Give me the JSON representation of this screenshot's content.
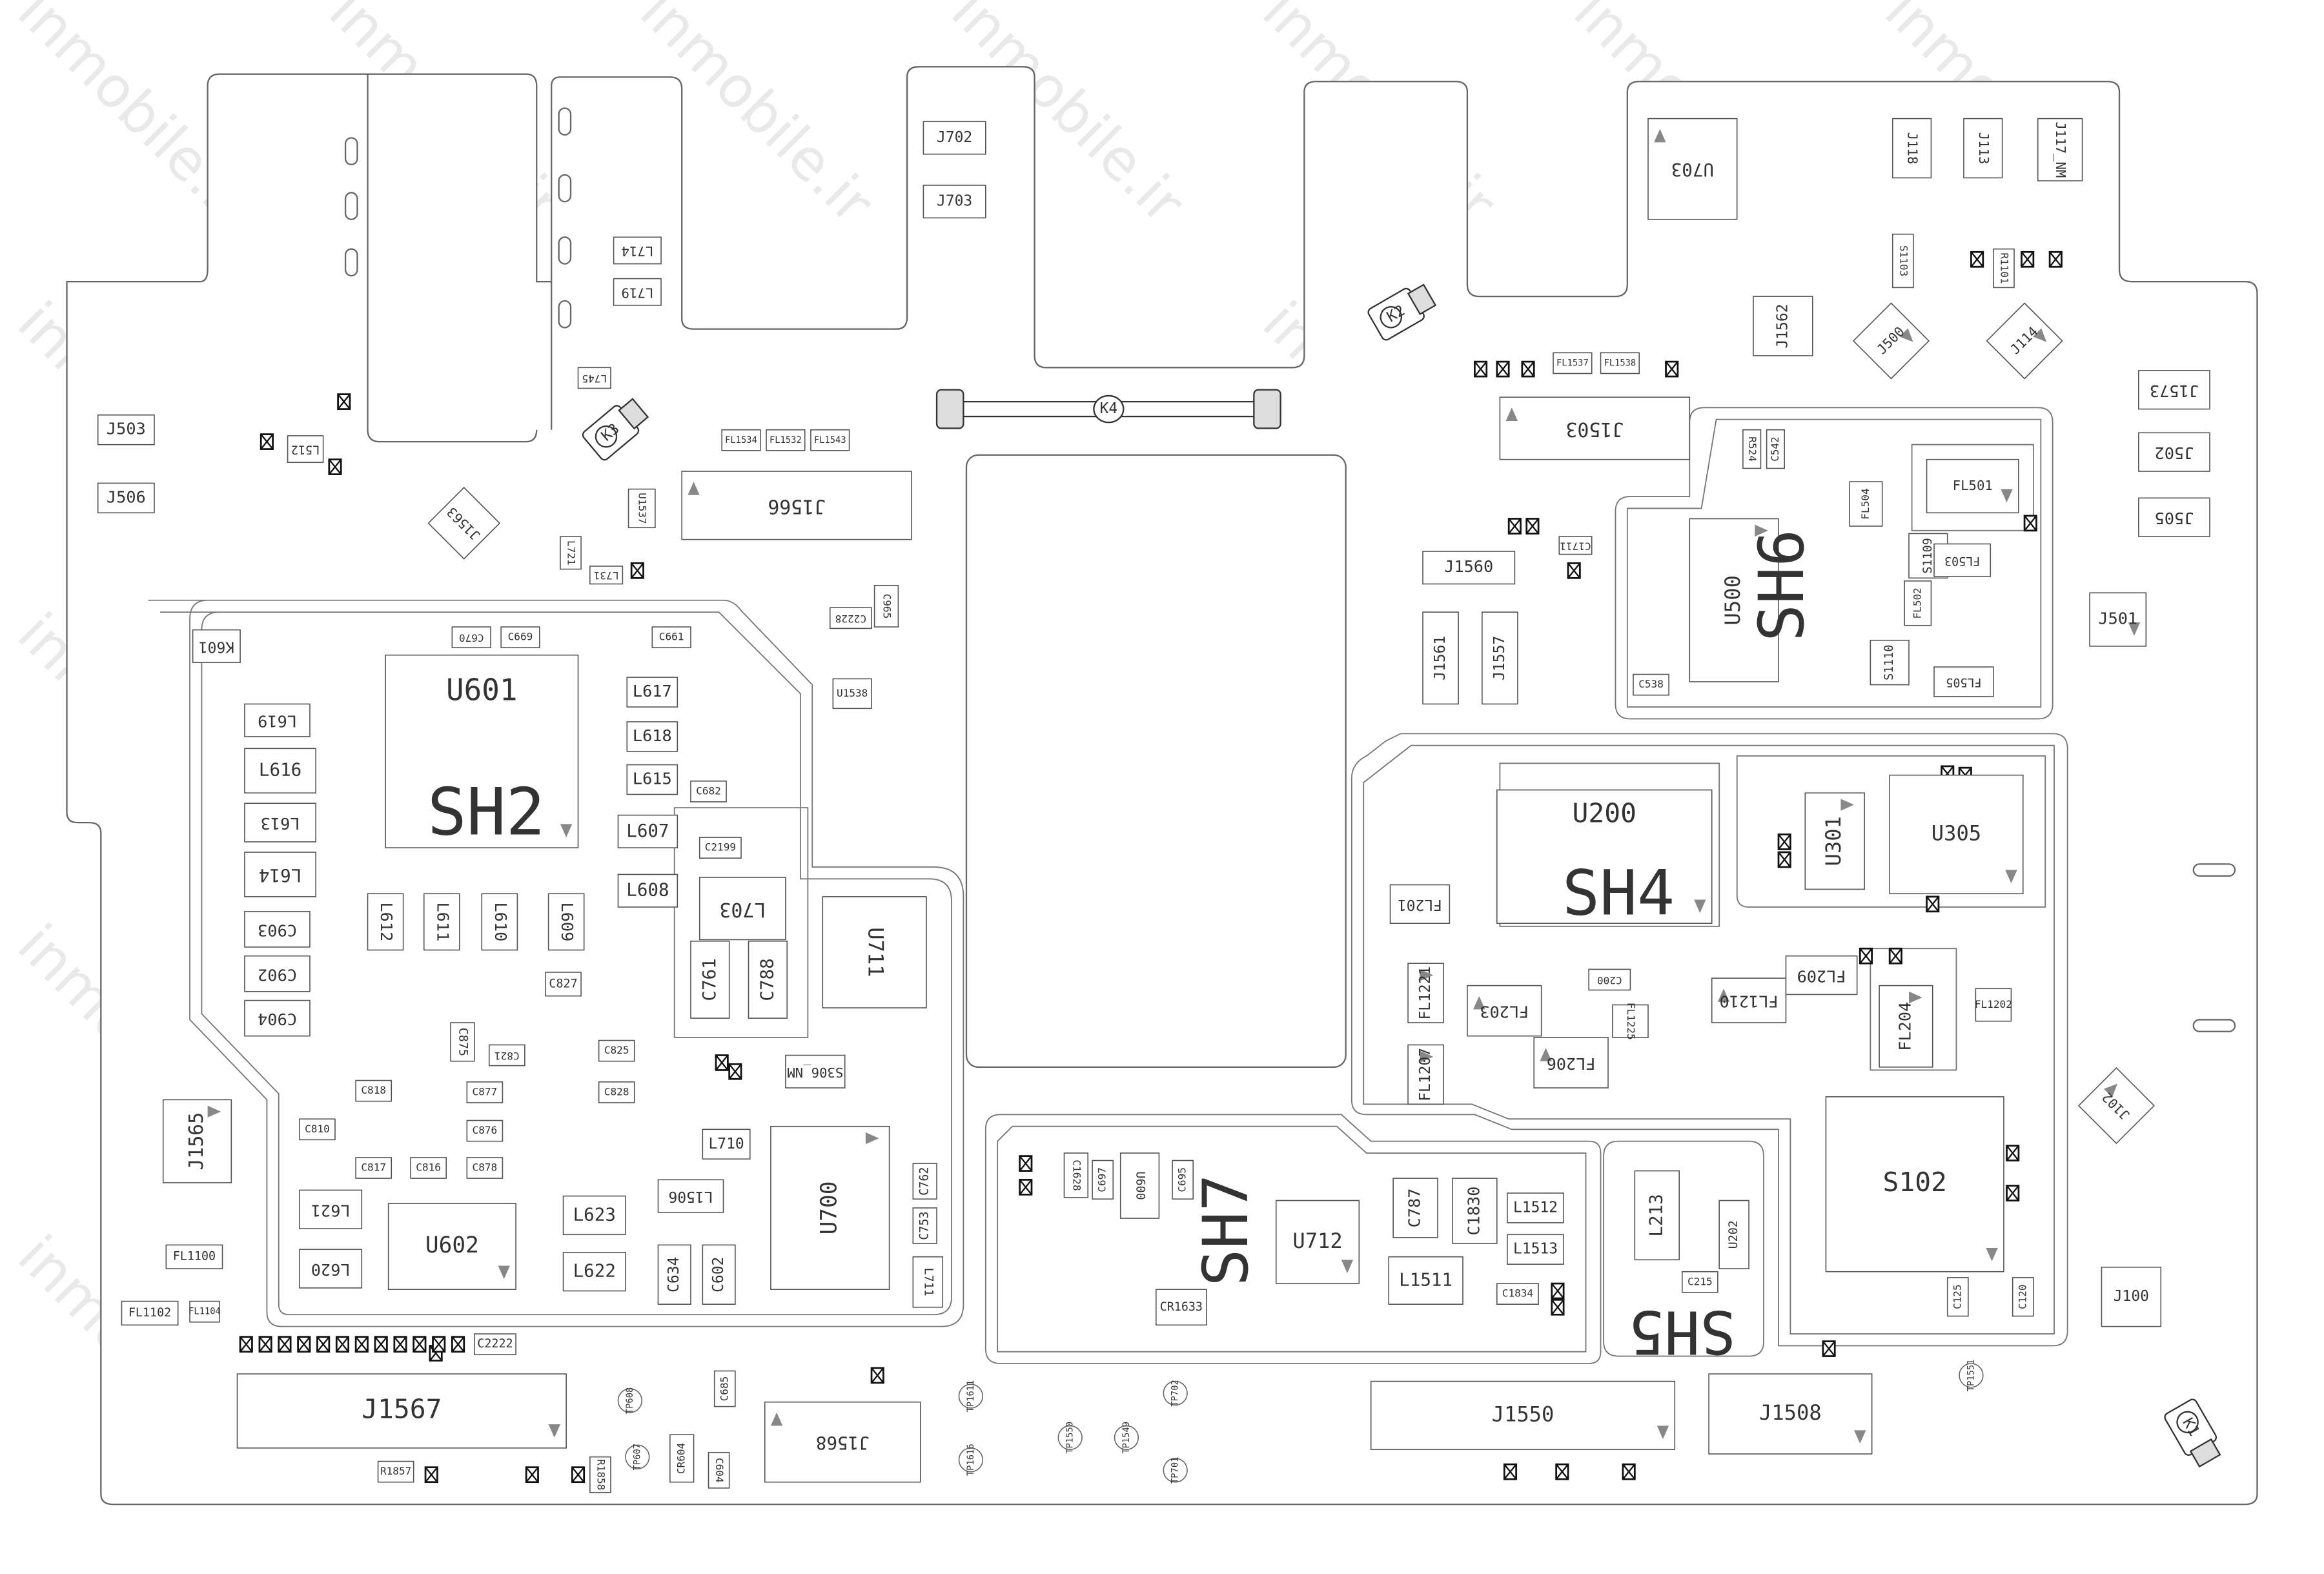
{
  "watermark": "inmobile.ir",
  "shields": [
    {
      "label": "SH2"
    },
    {
      "label": "SH4"
    },
    {
      "label": "SH5"
    },
    {
      "label": "SH6"
    },
    {
      "label": "SH7"
    }
  ],
  "connectors": [
    {
      "ref": "K1"
    },
    {
      "ref": "K2"
    },
    {
      "ref": "K3"
    },
    {
      "ref": "K4"
    }
  ],
  "test_points": [
    {
      "ref": "TP607"
    },
    {
      "ref": "TP608"
    },
    {
      "ref": "TP1611"
    },
    {
      "ref": "TP1616"
    },
    {
      "ref": "TP1550"
    },
    {
      "ref": "TP1549"
    },
    {
      "ref": "TP702"
    },
    {
      "ref": "TP701"
    },
    {
      "ref": "TP1551"
    }
  ],
  "components": [
    {
      "ref": "J503"
    },
    {
      "ref": "J506"
    },
    {
      "ref": "L512"
    },
    {
      "ref": "J1563"
    },
    {
      "ref": "L714"
    },
    {
      "ref": "L719"
    },
    {
      "ref": "L745"
    },
    {
      "ref": "J702"
    },
    {
      "ref": "J703"
    },
    {
      "ref": "U1537"
    },
    {
      "ref": "J1566"
    },
    {
      "ref": "L731"
    },
    {
      "ref": "L721"
    },
    {
      "ref": "C965"
    },
    {
      "ref": "C2228"
    },
    {
      "ref": "U1538"
    },
    {
      "ref": "U703"
    },
    {
      "ref": "J118"
    },
    {
      "ref": "J113"
    },
    {
      "ref": "J117_NM"
    },
    {
      "ref": "J1562"
    },
    {
      "ref": "J500"
    },
    {
      "ref": "J114"
    },
    {
      "ref": "J1573"
    },
    {
      "ref": "J502"
    },
    {
      "ref": "J505"
    },
    {
      "ref": "J501"
    },
    {
      "ref": "J1503"
    },
    {
      "ref": "J1560"
    },
    {
      "ref": "J1561"
    },
    {
      "ref": "J1557"
    },
    {
      "ref": "C1711"
    },
    {
      "ref": "U500"
    },
    {
      "ref": "FL501"
    },
    {
      "ref": "FL504"
    },
    {
      "ref": "S1109"
    },
    {
      "ref": "FL503"
    },
    {
      "ref": "S1110"
    },
    {
      "ref": "FL505"
    },
    {
      "ref": "FL502"
    },
    {
      "ref": "C538"
    },
    {
      "ref": "R524"
    },
    {
      "ref": "C542"
    },
    {
      "ref": "U601"
    },
    {
      "ref": "K601"
    },
    {
      "ref": "L617"
    },
    {
      "ref": "L618"
    },
    {
      "ref": "L615"
    },
    {
      "ref": "L607"
    },
    {
      "ref": "L608"
    },
    {
      "ref": "L703"
    },
    {
      "ref": "C761"
    },
    {
      "ref": "C788"
    },
    {
      "ref": "U711"
    },
    {
      "ref": "U700"
    },
    {
      "ref": "L616"
    },
    {
      "ref": "L619"
    },
    {
      "ref": "L613"
    },
    {
      "ref": "L614"
    },
    {
      "ref": "L612"
    },
    {
      "ref": "L611"
    },
    {
      "ref": "L610"
    },
    {
      "ref": "L609"
    },
    {
      "ref": "C903"
    },
    {
      "ref": "C902"
    },
    {
      "ref": "C904"
    },
    {
      "ref": "C827"
    },
    {
      "ref": "C875"
    },
    {
      "ref": "C821"
    },
    {
      "ref": "C877"
    },
    {
      "ref": "C876"
    },
    {
      "ref": "C878"
    },
    {
      "ref": "C825"
    },
    {
      "ref": "C828"
    },
    {
      "ref": "C818"
    },
    {
      "ref": "C810"
    },
    {
      "ref": "C816"
    },
    {
      "ref": "C817"
    },
    {
      "ref": "L621"
    },
    {
      "ref": "L620"
    },
    {
      "ref": "U602"
    },
    {
      "ref": "L623"
    },
    {
      "ref": "L622"
    },
    {
      "ref": "L710"
    },
    {
      "ref": "L1506"
    },
    {
      "ref": "C634"
    },
    {
      "ref": "C602"
    },
    {
      "ref": "C762"
    },
    {
      "ref": "C753"
    },
    {
      "ref": "L711"
    },
    {
      "ref": "S306_NM"
    },
    {
      "ref": "J1565"
    },
    {
      "ref": "FL1100"
    },
    {
      "ref": "FL1102"
    },
    {
      "ref": "FL1104"
    },
    {
      "ref": "C2222"
    },
    {
      "ref": "J1567"
    },
    {
      "ref": "J1568"
    },
    {
      "ref": "C604"
    },
    {
      "ref": "C685"
    },
    {
      "ref": "R1857"
    },
    {
      "ref": "R1858"
    },
    {
      "ref": "CR604"
    },
    {
      "ref": "C669"
    },
    {
      "ref": "C670"
    },
    {
      "ref": "C661"
    },
    {
      "ref": "C682"
    },
    {
      "ref": "C2199"
    },
    {
      "ref": "U600"
    },
    {
      "ref": "C1628"
    },
    {
      "ref": "C697"
    },
    {
      "ref": "C695"
    },
    {
      "ref": "U712"
    },
    {
      "ref": "CR1633"
    },
    {
      "ref": "C787"
    },
    {
      "ref": "C1830"
    },
    {
      "ref": "L1512"
    },
    {
      "ref": "L1513"
    },
    {
      "ref": "L1511"
    },
    {
      "ref": "C1834"
    },
    {
      "ref": "L213"
    },
    {
      "ref": "U202"
    },
    {
      "ref": "C215"
    },
    {
      "ref": "S102"
    },
    {
      "ref": "J100"
    },
    {
      "ref": "J102"
    },
    {
      "ref": "C120"
    },
    {
      "ref": "C125"
    },
    {
      "ref": "U200"
    },
    {
      "ref": "U301"
    },
    {
      "ref": "U305"
    },
    {
      "ref": "FL201"
    },
    {
      "ref": "FL1221"
    },
    {
      "ref": "FL203"
    },
    {
      "ref": "FL206"
    },
    {
      "ref": "FL1207"
    },
    {
      "ref": "C200"
    },
    {
      "ref": "FL1225"
    },
    {
      "ref": "FL1210"
    },
    {
      "ref": "FL209"
    },
    {
      "ref": "FL204"
    },
    {
      "ref": "FL1202"
    },
    {
      "ref": "J1550"
    },
    {
      "ref": "J1508"
    },
    {
      "ref": "S1103"
    },
    {
      "ref": "R1101"
    },
    {
      "ref": "FL1537"
    },
    {
      "ref": "FL1538"
    },
    {
      "ref": "FL1534"
    },
    {
      "ref": "FL1532"
    },
    {
      "ref": "FL1543"
    }
  ]
}
